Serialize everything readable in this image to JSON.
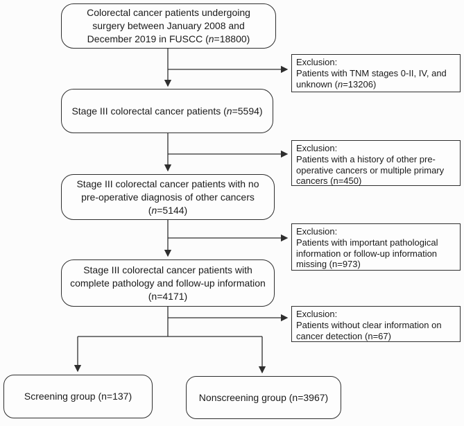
{
  "colors": {
    "border": "#2e2e2e",
    "text": "#1a1a1a",
    "background": "#fcfcfc"
  },
  "flowchart": {
    "boxes": {
      "cohort": {
        "pre": "Colorectal cancer patients undergoing\nsurgery between January 2008 and\nDecember 2019 in FUSCC (",
        "n": "n",
        "post": "=18800)"
      },
      "stage3": {
        "pre": "Stage III colorectal cancer patients (",
        "n": "n",
        "post": "=5594)"
      },
      "no_preop": {
        "pre": "Stage III colorectal cancer patients with no\npre-operative diagnosis of other cancers\n(",
        "n": "n",
        "post": "=5144)"
      },
      "complete": {
        "pre": "Stage III colorectal cancer patients with\ncomplete pathology and follow-up information\n(n=4171)",
        "n": "",
        "post": ""
      },
      "screening": {
        "pre": "Screening group (n=137)",
        "n": "",
        "post": ""
      },
      "nonscreening": {
        "pre": "Nonscreening group (n=3967)",
        "n": "",
        "post": ""
      }
    },
    "exclusions": [
      {
        "title": "Exclusion:",
        "pre": "Patients with TNM stages 0-II, IV, and\nunknown (",
        "n": "n",
        "post": "=13206)"
      },
      {
        "title": "Exclusion:",
        "pre": "Patients with a history of other pre-\noperative cancers or multiple primary\ncancers (n=450)",
        "n": "",
        "post": ""
      },
      {
        "title": "Exclusion:",
        "pre": "Patients with important pathological\ninformation or follow-up information\nmissing (n=973)",
        "n": "",
        "post": ""
      },
      {
        "title": "Exclusion:",
        "pre": "Patients without clear information on\ncancer detection (n=67)",
        "n": "",
        "post": ""
      }
    ]
  }
}
